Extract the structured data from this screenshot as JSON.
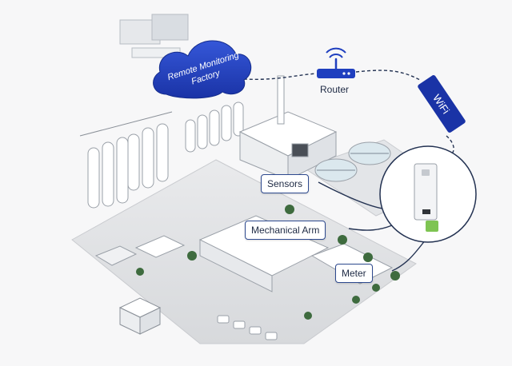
{
  "labels": {
    "cloud": "Remote Monitoring Factory",
    "cloud_line1": "Remote Monitoring",
    "cloud_line2": "Factory",
    "router": "Router",
    "wifi": "WiFi",
    "sensors": "Sensors",
    "mechanical_arm": "Mechanical Arm",
    "meter": "Meter"
  },
  "colors": {
    "accent": "#1f3fbf",
    "accent_dark": "#142c8c",
    "line": "#233252",
    "module_green": "#7ec452",
    "tree_green": "#3e6b3e"
  },
  "icons": {
    "router": "router-icon",
    "wifi_badge": "wifi-badge",
    "cloud": "cloud-icon",
    "device": "iot-module-icon"
  }
}
